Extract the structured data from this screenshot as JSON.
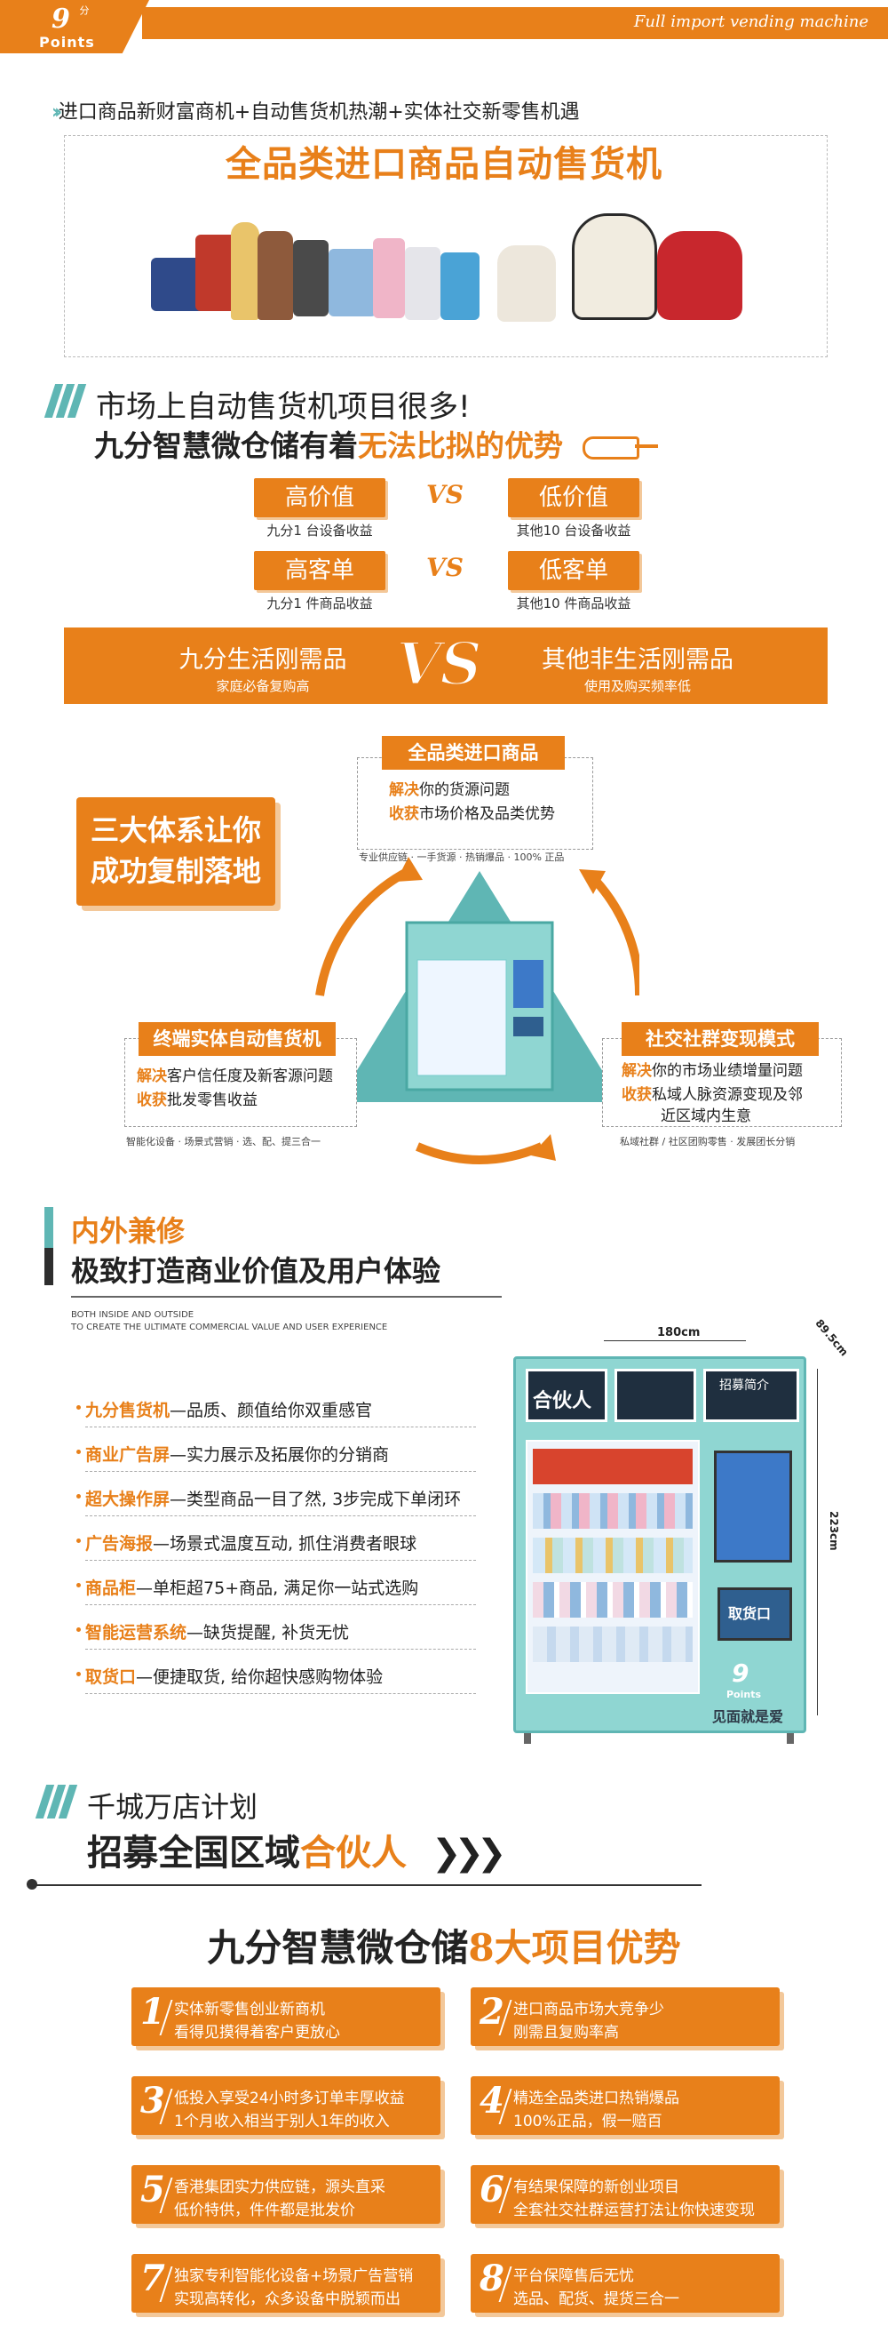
{
  "header": {
    "logo_num": "9",
    "logo_fen": "分",
    "logo_sub": "Points",
    "tagline": "Full import vending machine"
  },
  "s1": {
    "headline": "进口商品新财富商机+自动售货机热潮+实体社交新零售机遇",
    "title": "全品类进口商品自动售货机"
  },
  "s2": {
    "line1": "市场上自动售货机项目很多!",
    "line2_a": "九分智慧微仓储有着",
    "line2_b": "无法比拟的优势",
    "rows": [
      {
        "left": "高价值",
        "left_sub": "九分1 台设备收益",
        "vs": "VS",
        "right": "低价值",
        "right_sub": "其他10 台设备收益"
      },
      {
        "left": "高客单",
        "left_sub": "九分1 件商品收益",
        "vs": "VS",
        "right": "低客单",
        "right_sub": "其他10 件商品收益"
      }
    ],
    "band": {
      "left_title": "九分生活刚需品",
      "left_sub": "家庭必备复购高",
      "vs": "VS",
      "right_title": "其他非生活刚需品",
      "right_sub": "使用及购买频率低"
    }
  },
  "s3": {
    "slogan_l1": "三大体系让你",
    "slogan_l2": "成功复制落地",
    "top": {
      "tag": "全品类进口商品",
      "l1a": "解决",
      "l1b": "你的货源问题",
      "l2a": "收获",
      "l2b": "市场价格及品类优势",
      "small": "专业供应链 · 一手货源 · 热销爆品 · 100% 正品"
    },
    "left": {
      "tag": "终端实体自动售货机",
      "l1a": "解决",
      "l1b": "客户信任度及新客源问题",
      "l2a": "收获",
      "l2b": "批发零售收益",
      "small": "智能化设备 · 场景式营销 · 选、配、提三合一"
    },
    "right": {
      "tag": "社交社群变现模式",
      "l1a": "解决",
      "l1b": "你的市场业绩增量问题",
      "l2a": "收获",
      "l2b": "私域人脉资源变现及邻",
      "l3": "近区域内生意",
      "small": "私域社群 / 社区团购零售 · 发展团长分销"
    }
  },
  "s4": {
    "t1": "内外兼修",
    "t2": "极致打造商业价值及用户体验",
    "en1": "BOTH INSIDE AND OUTSIDE",
    "en2": "TO CREATE THE ULTIMATE COMMERCIAL VALUE AND USER EXPERIENCE",
    "features": [
      {
        "k": "九分售货机",
        "v": "—品质、颜值给你双重感官"
      },
      {
        "k": "商业广告屏",
        "v": "—实力展示及拓展你的分销商"
      },
      {
        "k": "超大操作屏",
        "v": "—类型商品一目了然, 3步完成下单闭环"
      },
      {
        "k": "广告海报",
        "v": "—场景式温度互动, 抓住消费者眼球"
      },
      {
        "k": "商品柜",
        "v": "—单柜超75+商品, 满足你一站式选购"
      },
      {
        "k": "智能运营系统",
        "v": "—缺货提醒, 补货无忧"
      },
      {
        "k": "取货口",
        "v": "—便捷取货, 给你超快感购物体验"
      }
    ],
    "machine": {
      "width": "180cm",
      "depth": "89.5cm",
      "height": "223cm",
      "partner": "合伙人",
      "plan": "招募简介",
      "pickup": "取货口",
      "brand": "9",
      "brand_sub": "Points",
      "slogan": "见面就是爱"
    }
  },
  "s5": {
    "h1": "千城万店计划",
    "h2a": "招募全国区域",
    "h2b": "合伙人",
    "title_a": "九分智慧微仓储",
    "title_b": "8大项目优势",
    "cards": [
      {
        "n": "1",
        "l1": "实体新零售创业新商机",
        "l2": "看得见摸得着客户更放心"
      },
      {
        "n": "2",
        "l1": "进口商品市场大竞争少",
        "l2": "刚需且复购率高"
      },
      {
        "n": "3",
        "l1": "低投入享受24小时多订单丰厚收益",
        "l2": "1个月收入相当于别人1年的收入"
      },
      {
        "n": "4",
        "l1": "精选全品类进口热销爆品",
        "l2": "100%正品，假一赔百"
      },
      {
        "n": "5",
        "l1": "香港集团实力供应链，源头直采",
        "l2": "低价特供，件件都是批发价"
      },
      {
        "n": "6",
        "l1": "有结果保障的新创业项目",
        "l2": "全套社交社群运营打法让你快速变现"
      },
      {
        "n": "7",
        "l1": "独家专利智能化设备+场景广告营销",
        "l2": "实现高转化，众多设备中脱颖而出"
      },
      {
        "n": "8",
        "l1": "平台保障售后无忧",
        "l2": "选品、配货、提货三合一"
      }
    ]
  }
}
